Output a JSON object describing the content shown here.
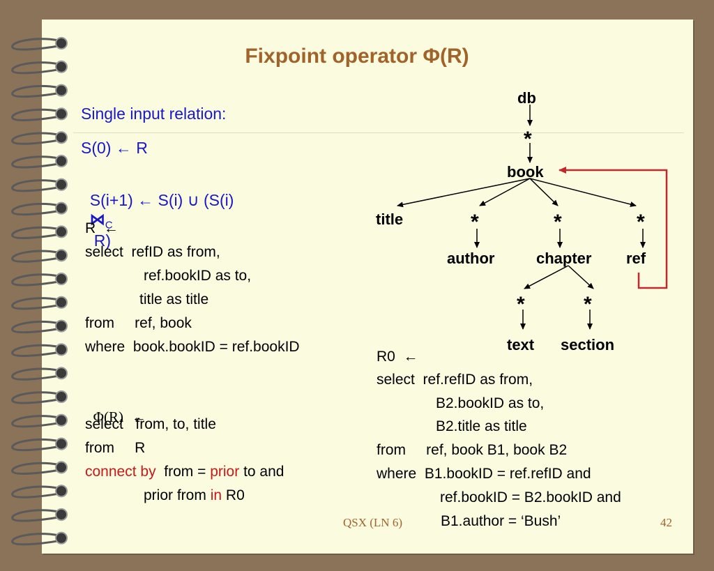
{
  "slide": {
    "title": "Fixpoint operator Φ(R)",
    "heading": "Single input relation:",
    "eq1": "S(0) ← R",
    "eq2_a": "S(i+1) ← S(i) ∪ (S(i)",
    "eq2_join": "⋈",
    "eq2_sub": "C",
    "eq2_b": "R)"
  },
  "left_code": {
    "r_assign": "R  ←",
    "line1": "select  refID as from,",
    "line2": "ref.bookID as to,",
    "line3": "title as title",
    "line4": "from     ref, book",
    "line5": "where  book.bookID = ref.bookID",
    "phi_assign": "Φ(R)",
    "phi_arrow": "←",
    "p1": "select   from, to, title",
    "p2": "from     R",
    "p3_kw": "connect by",
    "p3_mid": "from =",
    "p3_prior": "prior",
    "p3_end": "to and",
    "p4_a": "prior from",
    "p4_in": "in",
    "p4_b": "R0"
  },
  "right_code": {
    "r0": "R0  ←",
    "l1": "select  ref.refID as from,",
    "l2": "B2.bookID as to,",
    "l3": "B2.title as title",
    "l4": "from     ref, book B1, book B2",
    "l5": "where  B1.bookID = ref.refID and",
    "l6": "ref.bookID = B2.bookID and",
    "l7": "B1.author = ‘Bush’"
  },
  "tree": {
    "db": "db",
    "book": "book",
    "title": "title",
    "author": "author",
    "chapter": "chapter",
    "ref": "ref",
    "text": "text",
    "section": "section",
    "star": "*"
  },
  "footer": {
    "course": "QSX (LN 6)",
    "page": "42"
  },
  "colors": {
    "title": "#a0642a",
    "heading": "#1818c8",
    "keyword": "#c81818",
    "ref_arrow": "#c0282a"
  }
}
